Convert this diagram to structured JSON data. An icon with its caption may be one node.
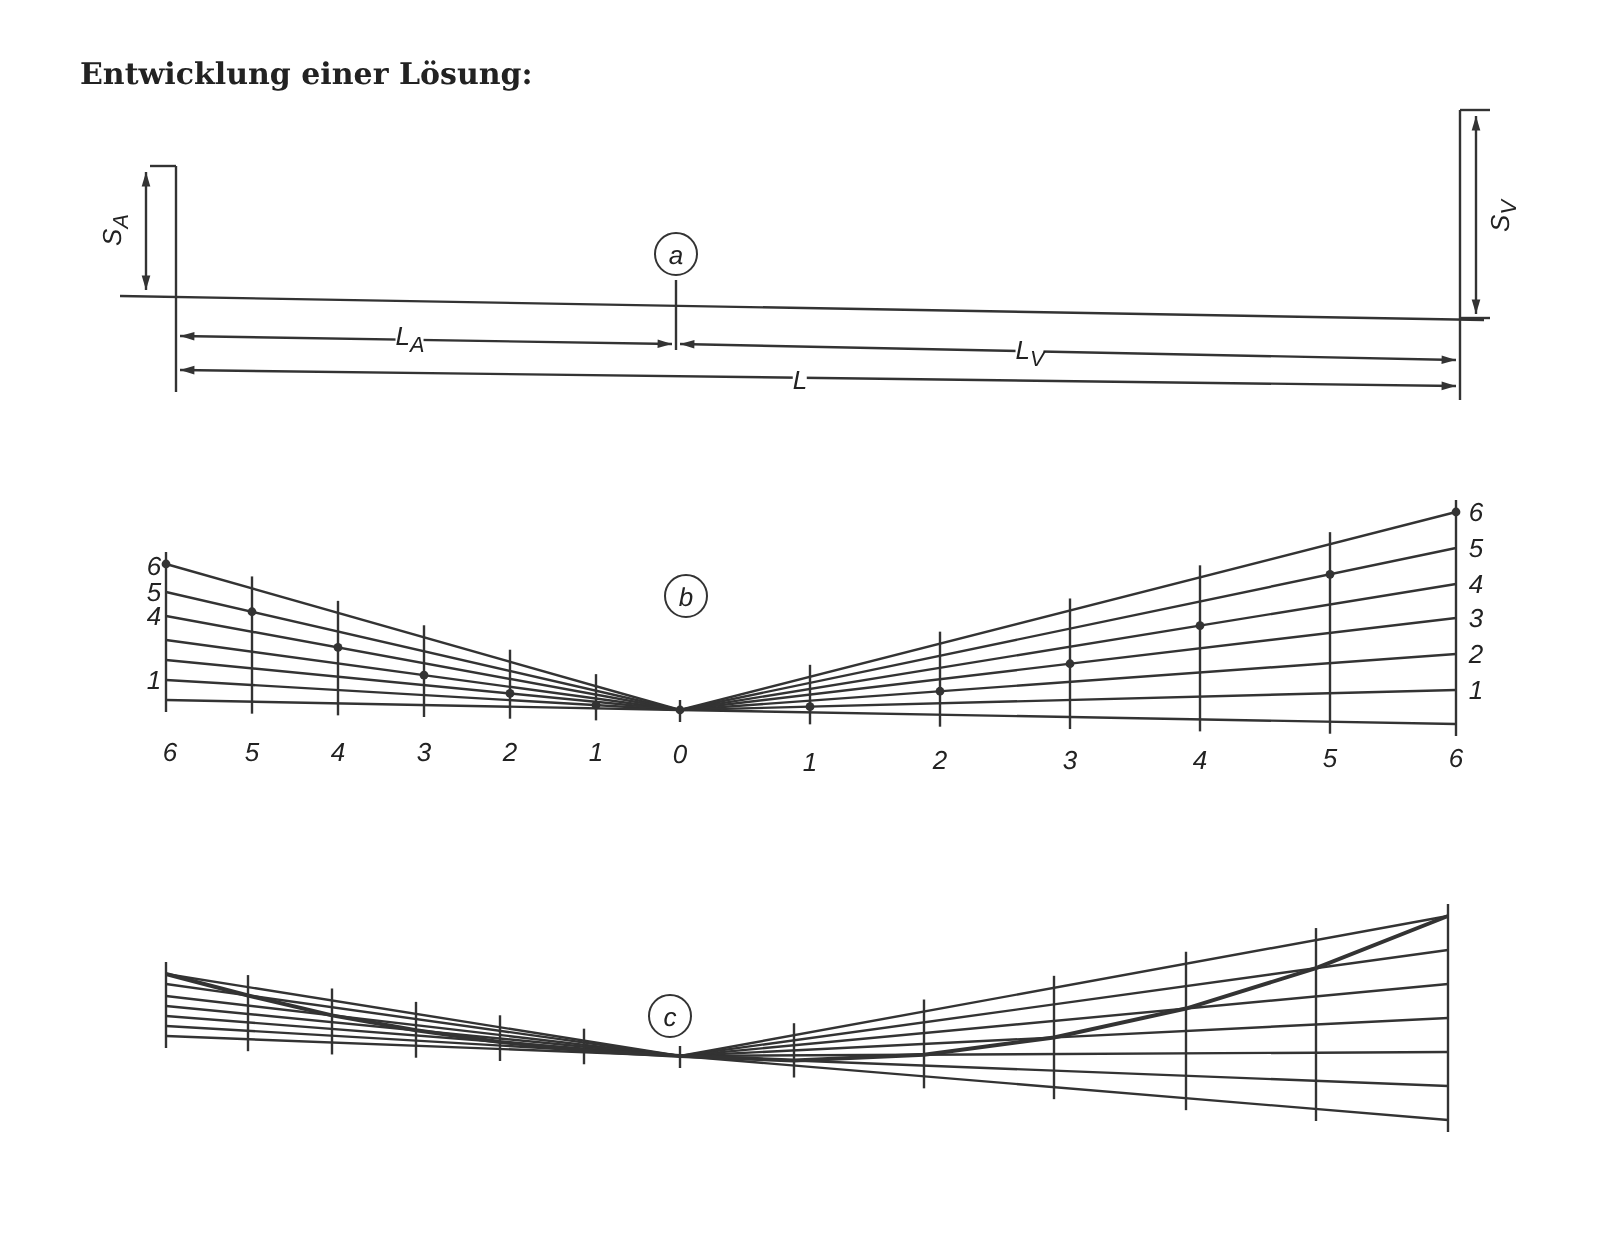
{
  "diagram": {
    "title": "Entwicklung einer Lösung:",
    "labels": [
      "a",
      "S$_{A}$",
      "S$_{V}$",
      "L$_{A}$",
      "L$_{V}$",
      "L",
      "b",
      "6",
      "5",
      "4",
      "1",
      "6",
      "5",
      "4",
      "3",
      "2",
      "1",
      "6",
      "5",
      "4",
      "3",
      "2",
      "1",
      "0",
      "1",
      "2",
      "3",
      "4",
      "5",
      "6",
      "c"
    ]
  }
}
